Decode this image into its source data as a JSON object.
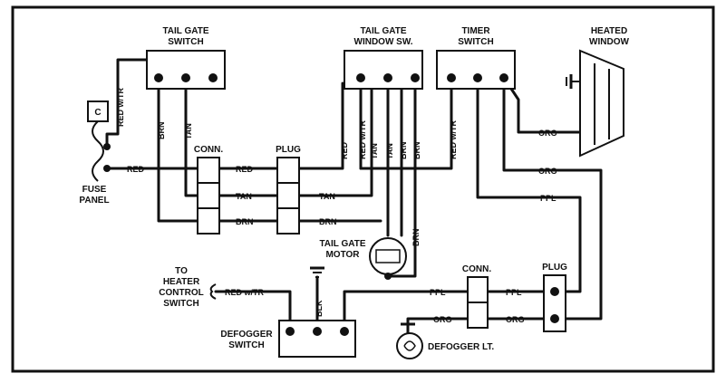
{
  "components": {
    "tail_gate_switch": [
      "TAIL GATE",
      "SWITCH"
    ],
    "tail_gate_window_sw": [
      "TAIL GATE",
      "WINDOW SW."
    ],
    "timer_switch": [
      "TIMER",
      "SWITCH"
    ],
    "heated_window": [
      "HEATED",
      "WINDOW"
    ],
    "fuse_panel": [
      "FUSE",
      "PANEL"
    ],
    "fuse_letter": "C",
    "conn_top": "CONN.",
    "plug_top": "PLUG",
    "tail_gate_motor": [
      "TAIL GATE",
      "MOTOR"
    ],
    "to_heater": [
      "TO",
      "HEATER",
      "CONTROL",
      "SWITCH"
    ],
    "defogger_switch": [
      "DEFOGGER",
      "SWITCH"
    ],
    "conn_bottom": "CONN.",
    "plug_bottom": "PLUG",
    "defogger_lt": "DEFOGGER LT."
  },
  "wire_labels": {
    "red": "RED",
    "red_wtr": "RED w/TR",
    "tan": "TAN",
    "brn": "BRN",
    "org": "ORG",
    "ppl": "PPL",
    "blk": "BLK"
  }
}
